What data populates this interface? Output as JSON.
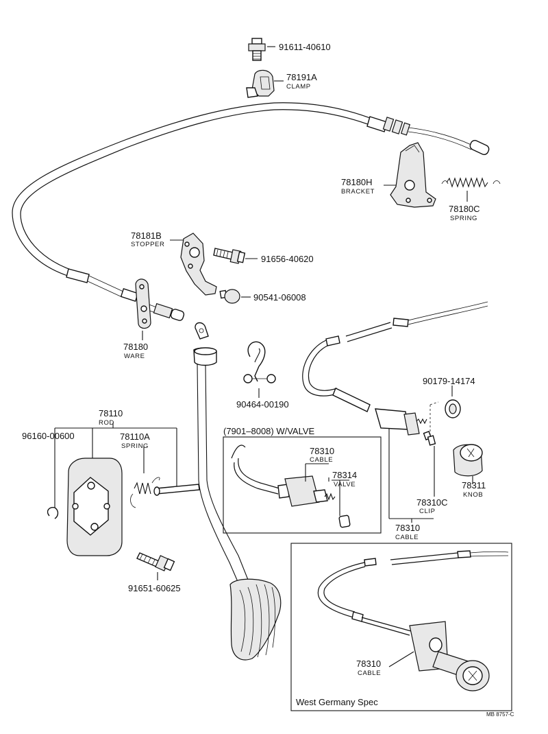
{
  "labels": {
    "p91611": {
      "number": "91611-40610",
      "name": ""
    },
    "p78191A": {
      "number": "78191A",
      "name": "CLAMP"
    },
    "p78180H": {
      "number": "78180H",
      "name": "BRACKET"
    },
    "p78180C": {
      "number": "78180C",
      "name": "SPRING"
    },
    "p78181B": {
      "number": "78181B",
      "name": "STOPPER"
    },
    "p91656": {
      "number": "91656-40620",
      "name": ""
    },
    "p90541": {
      "number": "90541-06008",
      "name": ""
    },
    "p78180": {
      "number": "78180",
      "name": "WARE"
    },
    "p90464": {
      "number": "90464-00190",
      "name": ""
    },
    "p90179": {
      "number": "90179-14174",
      "name": ""
    },
    "p78110": {
      "number": "78110",
      "name": "ROD"
    },
    "p96160": {
      "number": "96160-00600",
      "name": ""
    },
    "p78110A": {
      "number": "78110A",
      "name": "SPRING"
    },
    "p78310_box": {
      "number": "78310",
      "name": "CABLE"
    },
    "p78314": {
      "number": "78314",
      "name": "VALVE"
    },
    "p78311": {
      "number": "78311",
      "name": "KNOB"
    },
    "p78310C": {
      "number": "78310C",
      "name": "CLIP"
    },
    "p78310_main": {
      "number": "78310",
      "name": "CABLE"
    },
    "p91651": {
      "number": "91651-60625",
      "name": ""
    },
    "p78310_wg": {
      "number": "78310",
      "name": "CABLE"
    }
  },
  "boxes": {
    "valve_box_title": "(7901–8008) W/VALVE",
    "west_germany_title": "West Germany Spec"
  },
  "drawing_code": "MB 8757-C"
}
